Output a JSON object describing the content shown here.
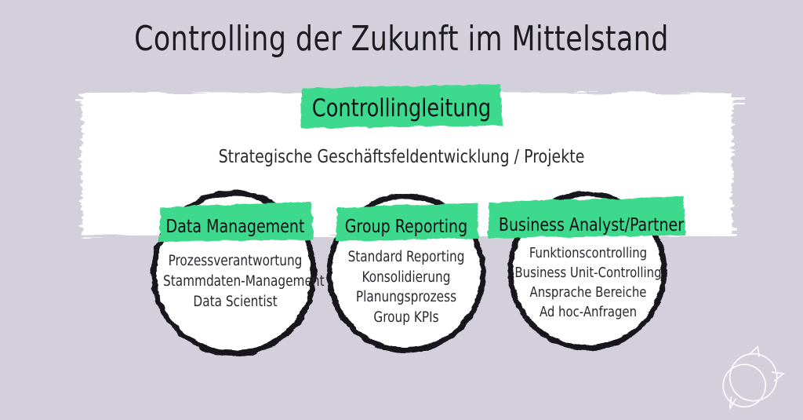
{
  "meta": {
    "background_color": "#d3d0dc",
    "panel_color": "#ffffff",
    "accent_green": "#3ed98d",
    "ink_color": "#1c1c20"
  },
  "title": "Controlling der Zukunft im Mittelstand",
  "top_box": {
    "heading": "Controllingleitung",
    "subtitle": "Strategische Geschäftsfeldentwicklung / Projekte"
  },
  "columns": [
    {
      "title": "Data Management",
      "items": [
        "Prozessverantwortung",
        "Stammdaten-Management",
        "Data Scientist"
      ]
    },
    {
      "title": "Group Reporting",
      "items": [
        "Standard Reporting",
        "Konsolidierung",
        "Planungsprozess",
        "Group KPIs"
      ]
    },
    {
      "title": "Business Analyst/Partner",
      "items": [
        "Funktionscontrolling",
        "Business Unit-Controlling",
        "Ansprache Bereiche",
        "Ad hoc-Anfragen"
      ]
    }
  ],
  "logo": {
    "name": "overlapping-speech-bubbles-logo",
    "color": "#ffffff"
  }
}
